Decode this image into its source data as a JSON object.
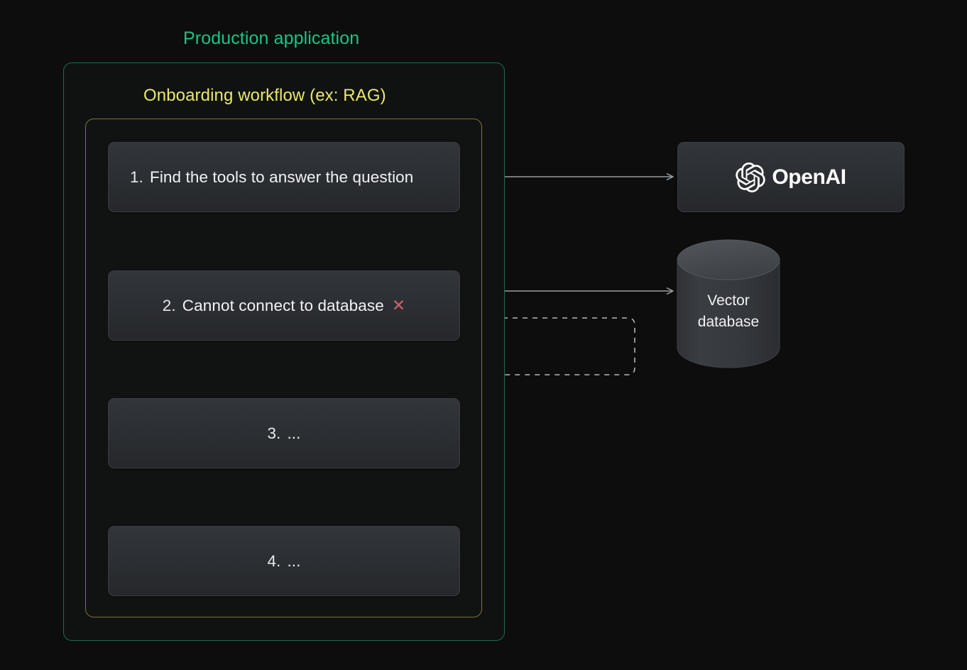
{
  "diagram": {
    "background_color": "#0d0d0d",
    "outer_container": {
      "title": "Production application",
      "title_color": "#16c786",
      "border_color": "#1d6b4f"
    },
    "inner_container": {
      "title": "Onboarding workflow (ex: RAG)",
      "title_color": "#e9e86a",
      "border_color": "#7c7536"
    },
    "steps": [
      {
        "number": "1.",
        "label": "Find the tools to answer the question",
        "status": ""
      },
      {
        "number": "2.",
        "label": "Cannot connect to database",
        "status": "✕"
      },
      {
        "number": "3.",
        "label": "...",
        "status": ""
      },
      {
        "number": "4.",
        "label": "...",
        "status": ""
      }
    ],
    "status_color": "#c9616b",
    "services": {
      "openai": {
        "name": "OpenAI",
        "icon": "openai-blossom-logo",
        "logo_color": "#ffffff"
      },
      "vector_db": {
        "line1": "Vector",
        "line2": "database",
        "icon": "database-cylinder",
        "body_color": "#35373b",
        "top_color": "#4a4d52"
      }
    },
    "connectors": {
      "step1_to_openai": {
        "style": "solid",
        "arrowheads": "both"
      },
      "step2_to_vector_db": {
        "style": "solid",
        "arrowheads": "both"
      },
      "feedback_loop": {
        "style": "dashed",
        "arrowheads": "left"
      },
      "step_flow": {
        "style": "solid",
        "arrowheads": "down"
      }
    },
    "line_color": "#9a9da1"
  }
}
